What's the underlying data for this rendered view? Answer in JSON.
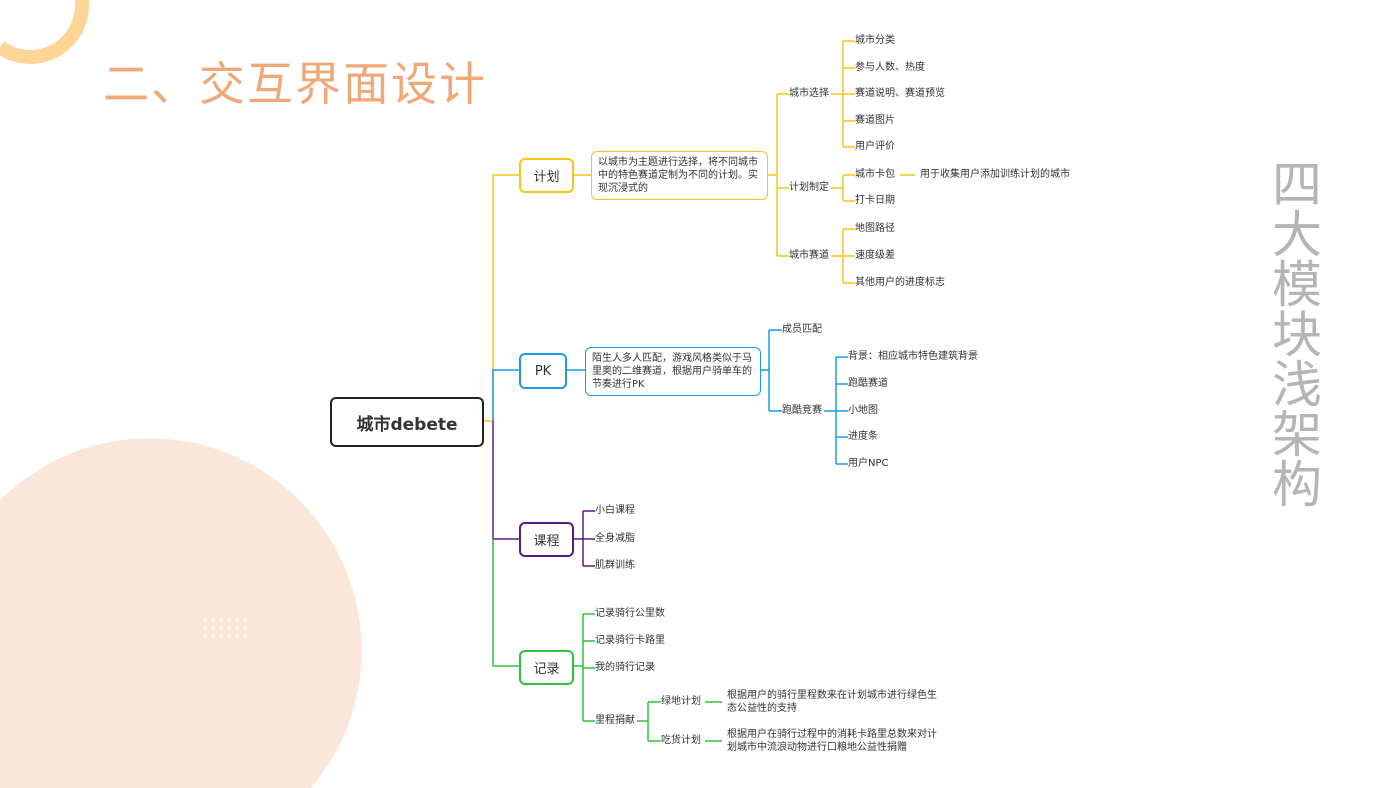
{
  "title": "二、交互界面设计",
  "side_title": "四大模块浅架构",
  "colors": {
    "plan": "#f5c518",
    "pk": "#1a9be6",
    "course": "#5b1a8c",
    "record": "#2ec23e",
    "title": "#f0a878",
    "side": "#b5b5b5"
  },
  "root": "城市debete",
  "plan": {
    "label": "计划",
    "desc": "以城市为主题进行选择，将不同城市中的特色赛道定制为不同的计划。实现沉浸式的",
    "city_select": {
      "label": "城市选择",
      "items": [
        "城市分类",
        "参与人数、热度",
        "赛道说明、赛道预览",
        "赛道图片",
        "用户评价"
      ]
    },
    "plan_make": {
      "label": "计划制定",
      "items": [
        "城市卡包",
        "打卡日期"
      ],
      "card_note": "用于收集用户添加训练计划的城市"
    },
    "city_track": {
      "label": "城市赛道",
      "items": [
        "地图路径",
        "速度级差",
        "其他用户的进度标志"
      ]
    }
  },
  "pk": {
    "label": "PK",
    "desc": "陌生人多人匹配，游戏风格类似于马里奥的二维赛道，根据用户骑单车的节奏进行PK",
    "match": "成员匹配",
    "parkour": {
      "label": "跑酷竞赛",
      "items": [
        "背景：相应城市特色建筑背景",
        "跑酷赛道",
        "小地图",
        "进度条",
        "用户NPC"
      ]
    }
  },
  "course": {
    "label": "课程",
    "items": [
      "小白课程",
      "全身减脂",
      "肌群训练"
    ]
  },
  "record": {
    "label": "记录",
    "items": [
      "记录骑行公里数",
      "记录骑行卡路里",
      "我的骑行记录"
    ],
    "donate": {
      "label": "里程捐献",
      "green": {
        "label": "绿地计划",
        "desc": "根据用户的骑行里程数来在计划城市进行绿色生态公益性的支持"
      },
      "food": {
        "label": "吃货计划",
        "desc": "根据用户在骑行过程中的消耗卡路里总数来对计划城市中流浪动物进行口粮地公益性捐赠"
      }
    }
  }
}
